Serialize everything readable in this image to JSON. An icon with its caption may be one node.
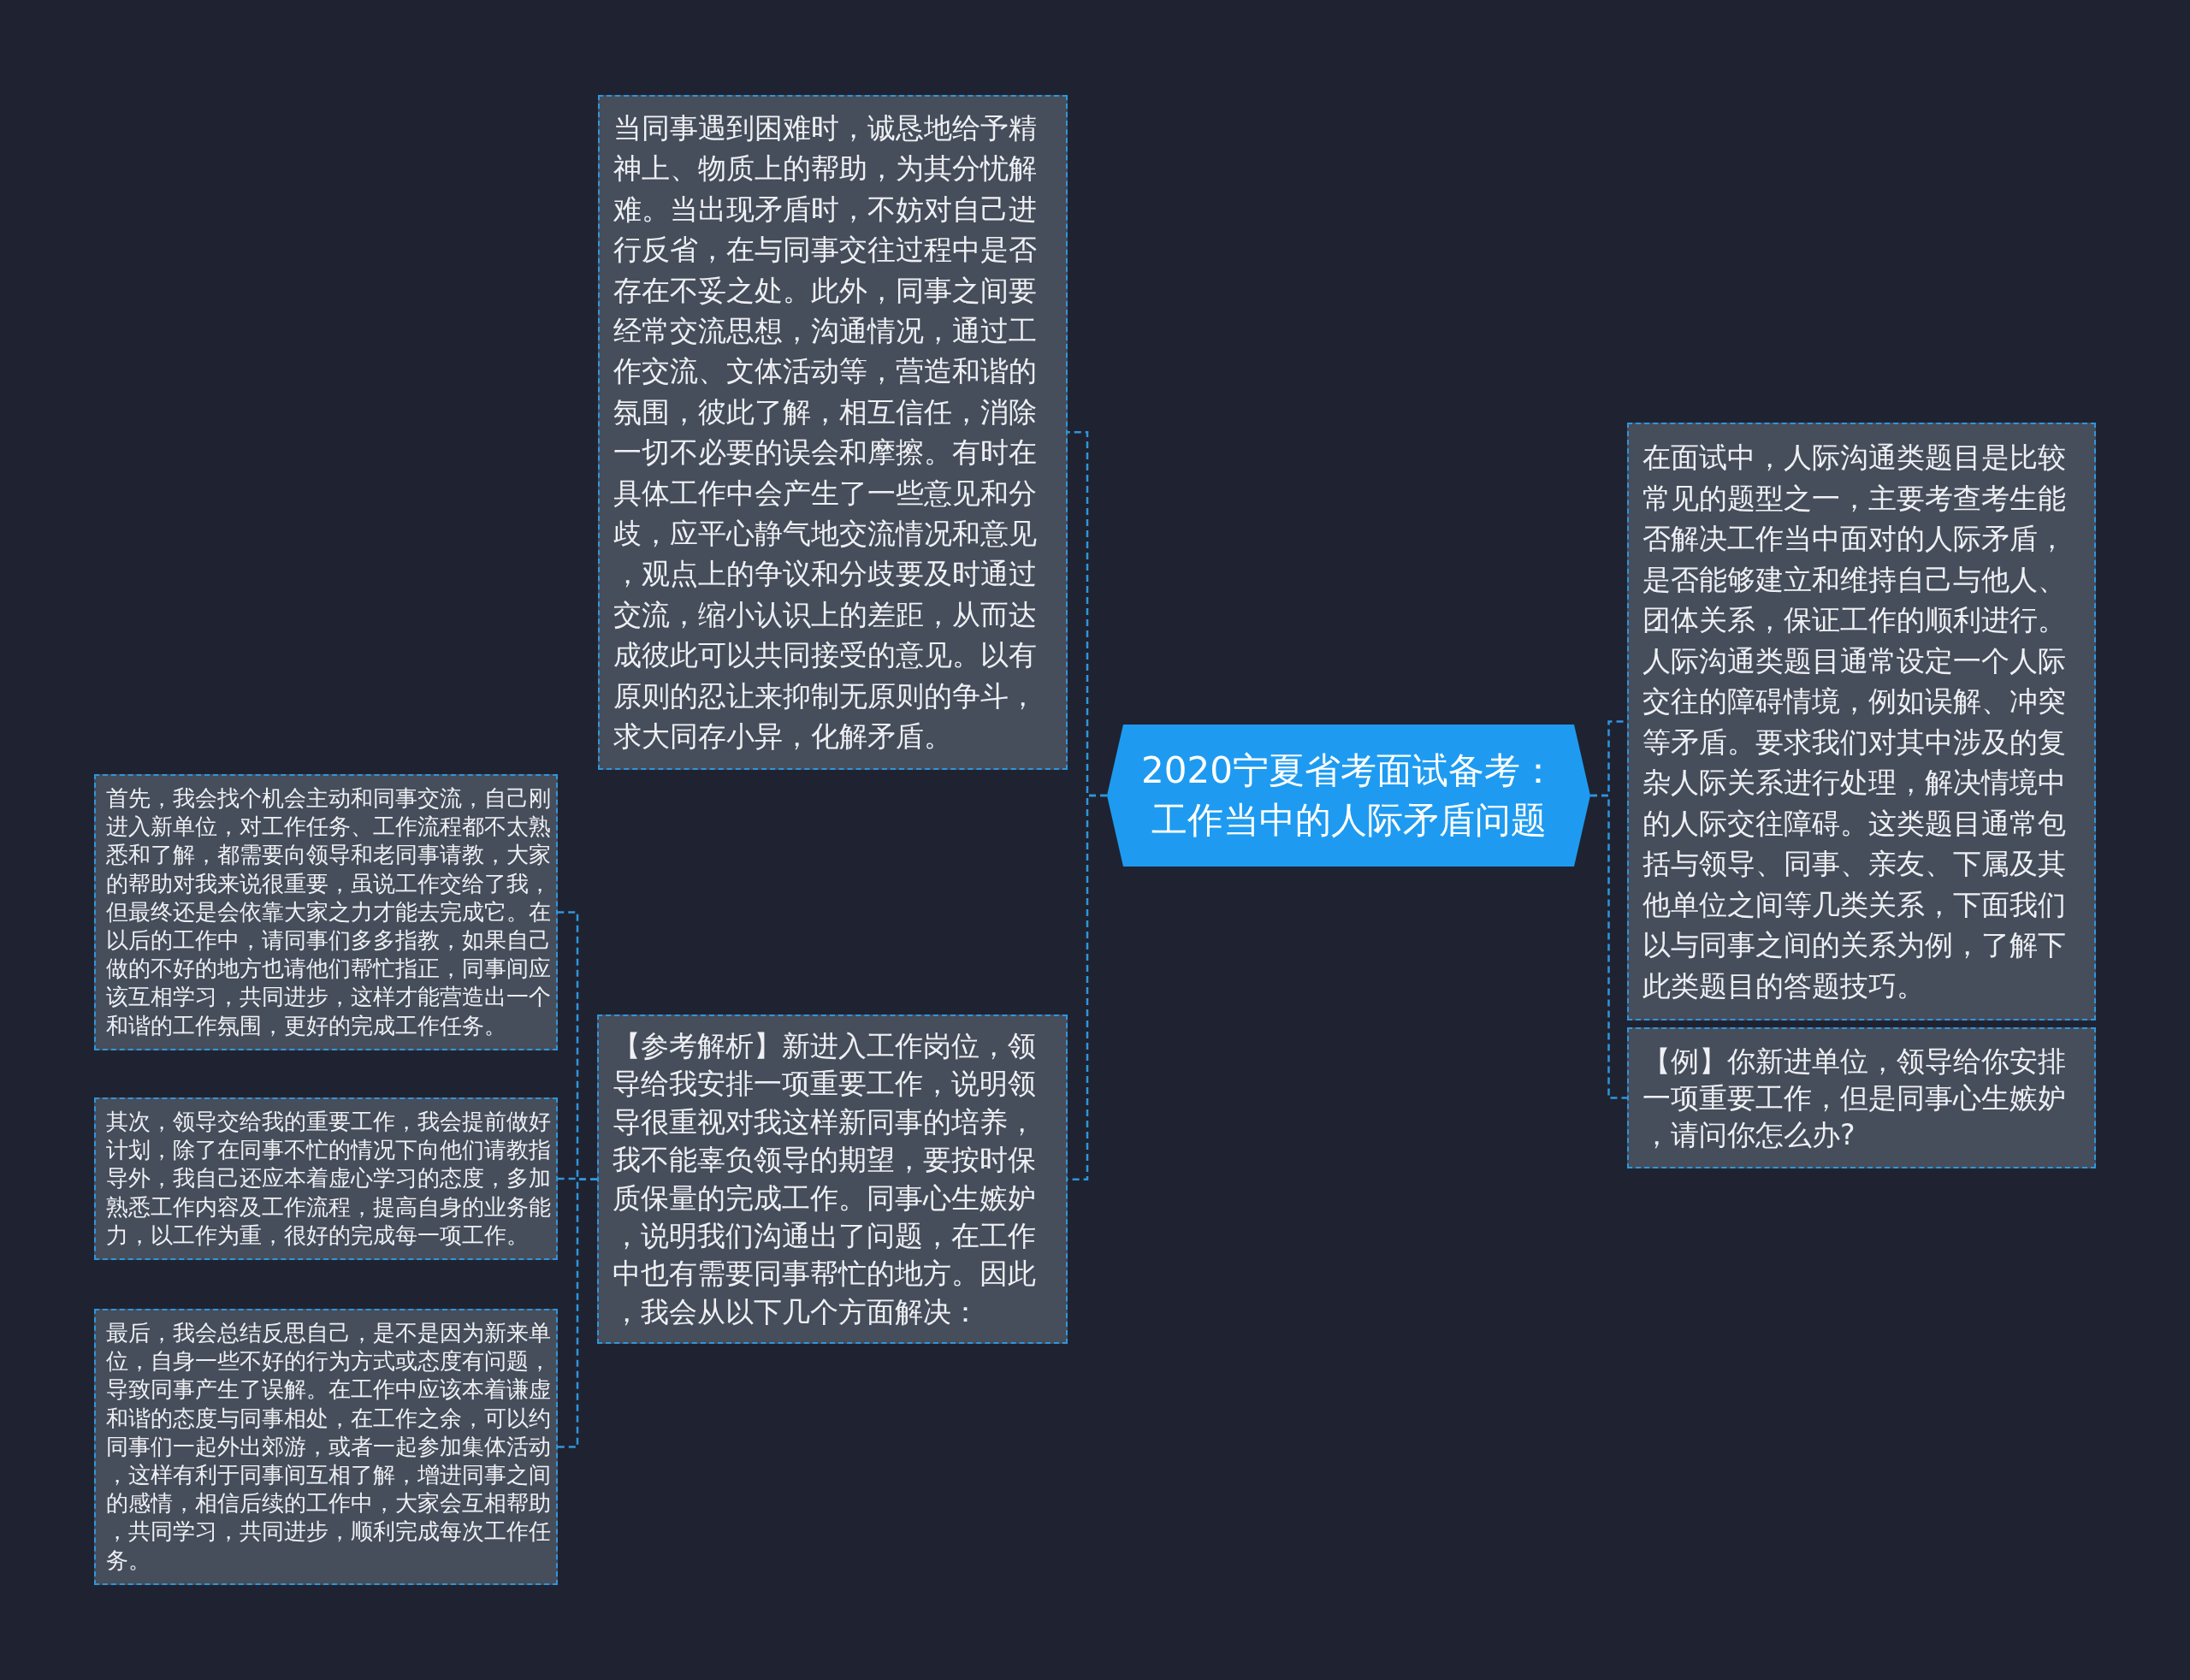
{
  "diagram": {
    "nodes": [
      {
        "text": [
          "2020宁夏省考面试备考：工作当中的人际矛盾问题"
        ]
      },
      {
        "text": [
          "在面试中，人际沟通类题目是比较常见的题型之一，主要考查考生能否解决工作当中面对的人际矛盾，是否能够建立和维持自己与他人、团体关系，保证工作的顺利进行。人际沟通类题目通常设定一个人际交往的障碍情境，例如误解、冲突等矛盾。要求我们对其中涉及的复杂人际关系进行处理，解决情境中的人际交往障碍。这类题目通常包括与领导、同事、亲友、下属及其他单位之间等几类关系，下面我们以与同事之间的关系为例，了解下此类题目的答题技巧。"
        ]
      },
      {
        "text": [
          "【例】你新进单位，领导给你安排一项重要工作，但是同事心生嫉妒，请问你怎么办?"
        ]
      },
      {
        "text": [
          "当同事遇到困难时，诚恳地给予精神上、物质上的帮助，为其分忧解难。当出现矛盾时，不妨对自己进行反省，在与同事交往过程中是否存在不妥之处。此外，同事之间要经常交流思想，沟通情况，通过工作交流、文体活动等，营造和谐的氛围，彼此了解，相互信任，消除一切不必要的误会和摩擦。有时在具体工作中会产生了一些意见和分歧，应平心静气地交流情况和意见，观点上的争议和分歧要及时通过交流，缩小认识上的差距，从而达成彼此可以共同接受的意见。以有原则的忍让来抑制无原则的争斗，求大同存小异，化解矛盾。"
        ]
      },
      {
        "text": [
          "【参考解析】新进入工作岗位，领导给我安排一项重要工作，说明领导很重视对我这样新同事的培养，我不能辜负领导的期望，要按时保质保量的完成工作。同事心生嫉妒，说明我们沟通出了问题，在工作中也有需要同事帮忙的地方。因此，我会从以下几个方面解决："
        ]
      },
      {
        "text": [
          "首先，我会找个机会主动和同事交流，自己刚进入新单位，对工作任务、工作流程都不太熟悉和了解，都需要向领导和老同事请教，大家的帮助对我来说很重要，虽说工作交给了我，但最终还是会依靠大家之力才能去完成它。在以后的工作中，请同事们多多指教，如果自己做的不好的地方也请他们帮忙指正，同事间应该互相学习，共同进步，这样才能营造出一个和谐的工作氛围，更好的完成工作任务。"
        ]
      },
      {
        "text": [
          "其次，领导交给我的重要工作，我会提前做好计划，除了在同事不忙的情况下向他们请教指导外，我自己还应本着虚心学习的态度，多加熟悉工作内容及工作流程，提高自身的业务能力，以工作为重，很好的完成每一项工作。"
        ]
      },
      {
        "text": [
          "最后，我会总结反思自己，是不是因为新来单位，自身一些不好的行为方式或态度有问题，导致同事产生了误解。在工作中应该本着谦虚和谐的态度与同事相处，在工作之余，可以约同事们一起外出郊游，或者一起参加集体活动，这样有利于同事间互相了解，增进同事之间的感情，相信后续的工作中，大家会互相帮助，共同学习，共同进步，顺利完成每次工作任务。"
        ]
      }
    ],
    "edges": [
      {
        "from": 0,
        "to": 1,
        "arrow": "none"
      },
      {
        "from": 0,
        "to": 2,
        "arrow": "none"
      },
      {
        "from": 0,
        "to": 3,
        "arrow": "none"
      },
      {
        "from": 0,
        "to": 4,
        "arrow": "none"
      },
      {
        "from": 4,
        "to": 5,
        "arrow": "none"
      },
      {
        "from": 4,
        "to": 6,
        "arrow": "none"
      },
      {
        "from": 4,
        "to": 7,
        "arrow": "none"
      }
    ]
  }
}
